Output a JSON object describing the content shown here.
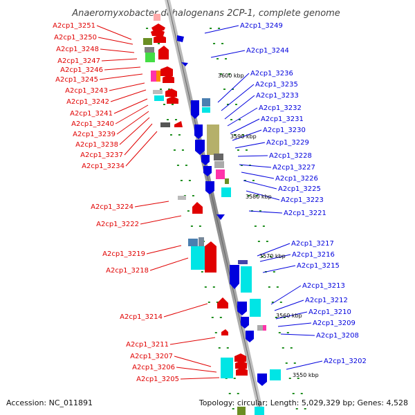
{
  "title": "Anaeromyxobacter dehalogenans 2CP-1, complete genome",
  "footer": {
    "accession": "Accession: NC_011891",
    "stats": "Topology: circular; Length: 5,029,329 bp; Genes: 4,528"
  },
  "kbp_marks": [
    "3600 kbp",
    "3590 kbp",
    "3580 kbp",
    "3570 kbp",
    "3560 kbp",
    "3550 kbp"
  ],
  "reverse_genes": [
    "A2cp1_3251",
    "A2cp1_3250",
    "A2cp1_3248",
    "A2cp1_3247",
    "A2cp1_3246",
    "A2cp1_3245",
    "A2cp1_3243",
    "A2cp1_3242",
    "A2cp1_3241",
    "A2cp1_3240",
    "A2cp1_3239",
    "A2cp1_3238",
    "A2cp1_3237",
    "A2cp1_3234",
    "A2cp1_3224",
    "A2cp1_3222",
    "A2cp1_3219",
    "A2cp1_3218",
    "A2cp1_3214",
    "A2cp1_3211",
    "A2cp1_3207",
    "A2cp1_3206",
    "A2cp1_3205"
  ],
  "forward_genes": [
    "A2cp1_3249",
    "A2cp1_3244",
    "A2cp1_3236",
    "A2cp1_3235",
    "A2cp1_3233",
    "A2cp1_3232",
    "A2cp1_3231",
    "A2cp1_3230",
    "A2cp1_3229",
    "A2cp1_3228",
    "A2cp1_3227",
    "A2cp1_3226",
    "A2cp1_3225",
    "A2cp1_3223",
    "A2cp1_3221",
    "A2cp1_3217",
    "A2cp1_3216",
    "A2cp1_3215",
    "A2cp1_3213",
    "A2cp1_3212",
    "A2cp1_3210",
    "A2cp1_3209",
    "A2cp1_3208",
    "A2cp1_3202"
  ],
  "colors": {
    "reverse": "#e00000",
    "forward": "#0000dd",
    "backbone": "#8a8a8a",
    "tick": "#1f8f1f"
  }
}
